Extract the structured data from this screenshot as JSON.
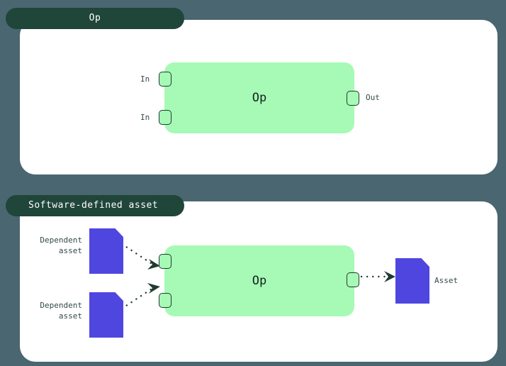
{
  "canvas": {
    "background_color": "#4a6670",
    "card_color": "#ffffff",
    "tab_color": "#204539",
    "op_color": "#a6fab5",
    "asset_color": "#4f46e0",
    "line_color": "#1f3b30"
  },
  "panels": [
    {
      "id": "op",
      "tab_label": "Op",
      "op_label": "Op",
      "inputs": [
        {
          "label": "In"
        },
        {
          "label": "In"
        }
      ],
      "outputs": [
        {
          "label": "Out"
        }
      ]
    },
    {
      "id": "software-defined-asset",
      "tab_label": "Software-defined asset",
      "op_label": "Op",
      "inputs": [
        {
          "label": "Dependent\nasset"
        },
        {
          "label": "Dependent\nasset"
        }
      ],
      "outputs": [
        {
          "label": "Asset"
        }
      ]
    }
  ],
  "icons": {
    "asset": "asset-document-icon",
    "port": "port-square-icon",
    "arrow": "arrow-head-icon"
  }
}
